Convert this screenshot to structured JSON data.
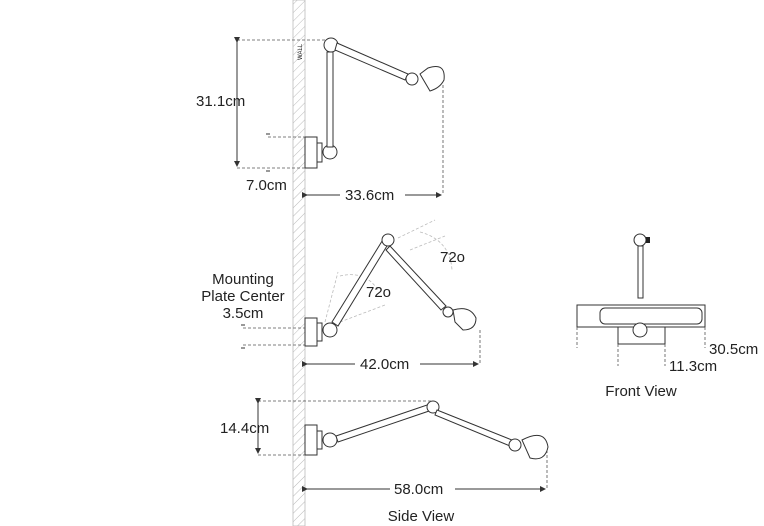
{
  "wall_label": "WALL",
  "side_view": {
    "title": "Side View",
    "top": {
      "height": "31.1cm",
      "plate_offset": "7.0cm",
      "extension": "33.6cm"
    },
    "middle": {
      "angle_upper": "72o",
      "angle_lower": "72o",
      "plate_caption": [
        "Mounting",
        "Plate Center"
      ],
      "plate_center": "3.5cm",
      "extension": "42.0cm"
    },
    "bottom": {
      "height": "14.4cm",
      "extension": "58.0cm"
    }
  },
  "front_view": {
    "title": "Front View",
    "width": "30.5cm",
    "base_width": "11.3cm"
  }
}
